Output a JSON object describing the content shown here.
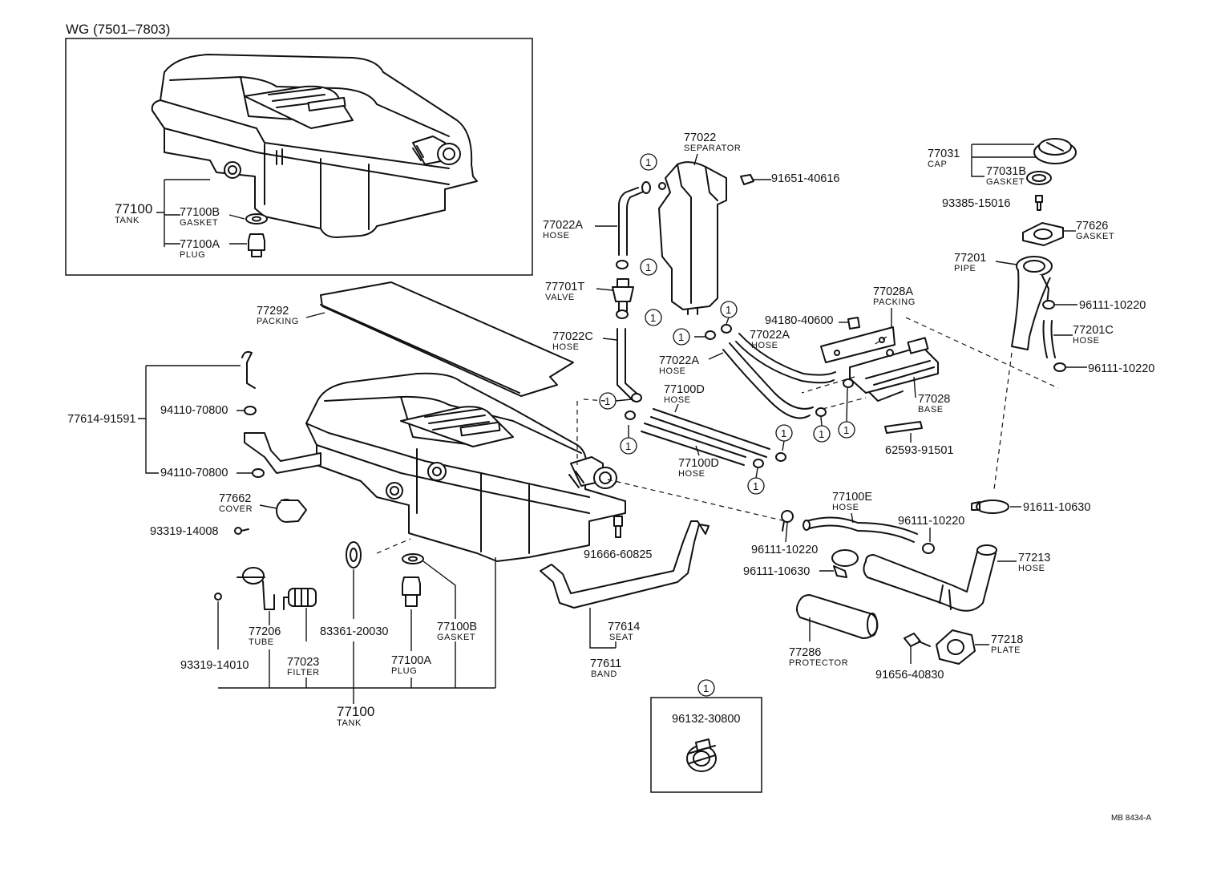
{
  "header": {
    "variant": "WG (7501–7803)"
  },
  "footer": {
    "code": "MB 8434-A"
  },
  "clip_ref": "1",
  "parts": {
    "p77100_top": {
      "num": "77100",
      "name": "TANK"
    },
    "p77100b_top": {
      "num": "77100B",
      "name": "GASKET"
    },
    "p77100a_top": {
      "num": "77100A",
      "name": "PLUG"
    },
    "p77292": {
      "num": "77292",
      "name": "PACKING"
    },
    "p77614_91591": {
      "num": "77614-91591"
    },
    "p94110_a": {
      "num": "94110-70800"
    },
    "p94110_b": {
      "num": "94110-70800"
    },
    "p77662": {
      "num": "77662",
      "name": "COVER"
    },
    "p93319_14008": {
      "num": "93319-14008"
    },
    "p77206": {
      "num": "77206",
      "name": "TUBE"
    },
    "p77023": {
      "num": "77023",
      "name": "FILTER"
    },
    "p93319_14010": {
      "num": "93319-14010"
    },
    "p83361": {
      "num": "83361-20030"
    },
    "p77100a_bot": {
      "num": "77100A",
      "name": "PLUG"
    },
    "p77100b_bot": {
      "num": "77100B",
      "name": "GASKET"
    },
    "p77100_bot": {
      "num": "77100",
      "name": "TANK"
    },
    "p91666": {
      "num": "91666-60825"
    },
    "p77614": {
      "num": "77614",
      "name": "SEAT"
    },
    "p77611": {
      "num": "77611",
      "name": "BAND"
    },
    "p77022": {
      "num": "77022",
      "name": "SEPARATOR"
    },
    "p91651": {
      "num": "91651-40616"
    },
    "p77022a_1": {
      "num": "77022A",
      "name": "HOSE"
    },
    "p77701t": {
      "num": "77701T",
      "name": "VALVE"
    },
    "p77022c": {
      "num": "77022C",
      "name": "HOSE"
    },
    "p77022a_2": {
      "num": "77022A",
      "name": "HOSE"
    },
    "p77022a_3": {
      "num": "77022A",
      "name": "HOSE"
    },
    "p77100d_1": {
      "num": "77100D",
      "name": "HOSE"
    },
    "p77100d_2": {
      "num": "77100D",
      "name": "HOSE"
    },
    "p94180": {
      "num": "94180-40600"
    },
    "p77028a": {
      "num": "77028A",
      "name": "PACKING"
    },
    "p77028": {
      "num": "77028",
      "name": "BASE"
    },
    "p62593": {
      "num": "62593-91501"
    },
    "p77031": {
      "num": "77031",
      "name": "CAP"
    },
    "p77031b": {
      "num": "77031B",
      "name": "GASKET"
    },
    "p93385": {
      "num": "93385-15016"
    },
    "p77626": {
      "num": "77626",
      "name": "GASKET"
    },
    "p77201": {
      "num": "77201",
      "name": "PIPE"
    },
    "p96111_a": {
      "num": "96111-10220"
    },
    "p77201c": {
      "num": "77201C",
      "name": "HOSE"
    },
    "p96111_b": {
      "num": "96111-10220"
    },
    "p91611": {
      "num": "91611-10630"
    },
    "p77100e": {
      "num": "77100E",
      "name": "HOSE"
    },
    "p96111_c": {
      "num": "96111-10220"
    },
    "p96111_d": {
      "num": "96111-10220"
    },
    "p96111_10630": {
      "num": "96111-10630"
    },
    "p77213": {
      "num": "77213",
      "name": "HOSE"
    },
    "p77286": {
      "num": "77286",
      "name": "PROTECTOR"
    },
    "p77218": {
      "num": "77218",
      "name": "PLATE"
    },
    "p91656": {
      "num": "91656-40830"
    },
    "p96132": {
      "num": "96132-30800"
    }
  }
}
